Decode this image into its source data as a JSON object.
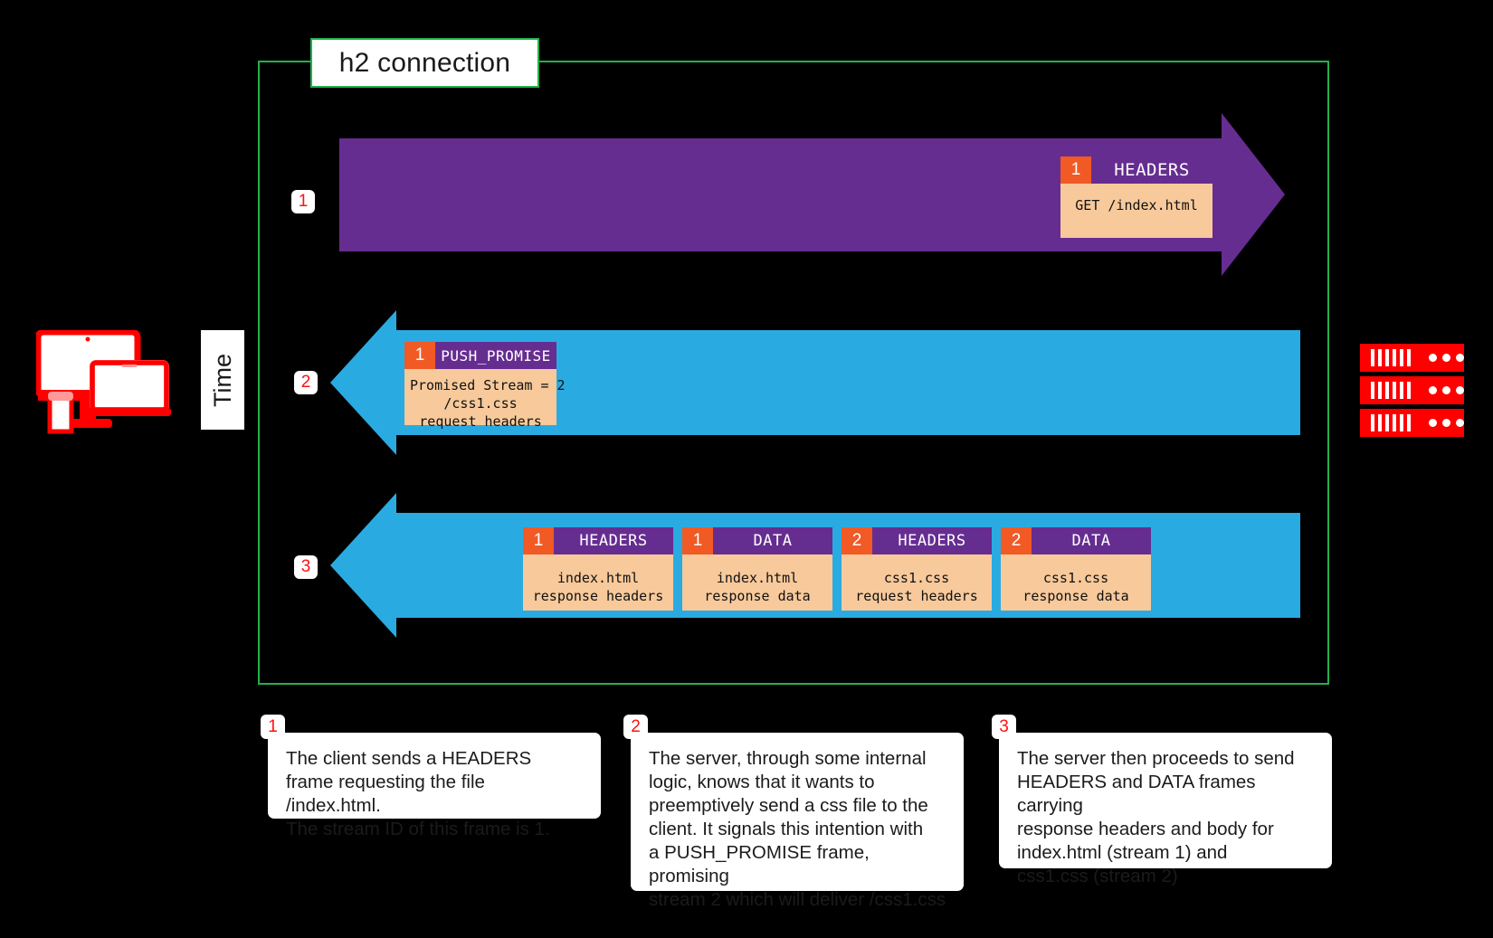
{
  "diagram": {
    "connection_title": "h2 connection",
    "time_axis_label": "Time",
    "client_icon": "desktop-and-laptop-client-icon",
    "server_icon": "server-rack-icon",
    "border_color": "#22B14C",
    "client_arrow_color": "#662D91",
    "server_arrow_color": "#29ABE2",
    "stream_badge_color": "#F15A24",
    "frame_header_color": "#662D91",
    "frame_body_color": "#F7C99B",
    "step_badge_color": "#FF1111"
  },
  "rows": [
    {
      "step": "1",
      "direction": "client-to-server",
      "frames": [
        {
          "stream_id": "1",
          "name": "HEADERS",
          "body": "GET /index.html"
        }
      ]
    },
    {
      "step": "2",
      "direction": "server-to-client",
      "frames": [
        {
          "stream_id": "1",
          "name": "PUSH_PROMISE",
          "body": "Promised Stream = 2\n/css1.css\nrequest headers"
        }
      ]
    },
    {
      "step": "3",
      "direction": "server-to-client",
      "frames": [
        {
          "stream_id": "1",
          "name": "HEADERS",
          "body": "index.html\nresponse headers"
        },
        {
          "stream_id": "1",
          "name": "DATA",
          "body": "index.html\nresponse data"
        },
        {
          "stream_id": "2",
          "name": "HEADERS",
          "body": "css1.css\nrequest headers"
        },
        {
          "stream_id": "2",
          "name": "DATA",
          "body": "css1.css\nresponse data"
        }
      ]
    }
  ],
  "notes": [
    {
      "badge": "1",
      "text": "The  client sends a HEADERS\nframe requesting the file /index.html.\nThe stream ID of this frame is 1."
    },
    {
      "badge": "2",
      "text": "The server, through some internal\nlogic, knows that it wants to\npreemptively send a css file to the\nclient. It signals this intention with\na PUSH_PROMISE frame, promising\nstream 2 which will deliver /css1.css"
    },
    {
      "badge": "3",
      "text": "The server then proceeds to send\nHEADERS and DATA frames carrying\nresponse headers and body for\nindex.html (stream 1) and\ncss1.css (stream 2)"
    }
  ]
}
